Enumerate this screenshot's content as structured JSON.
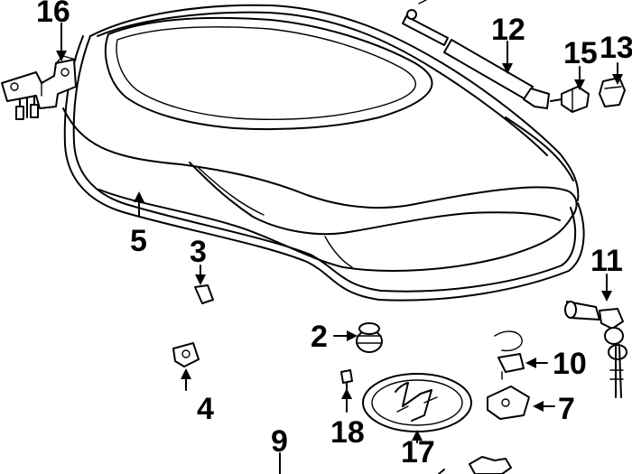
{
  "diagram": {
    "callouts": {
      "c1": "16",
      "c2": "12",
      "c3": "15",
      "c4": "13",
      "c5": "5",
      "c6": "3",
      "c7": "11",
      "c8": "2",
      "c9": "10",
      "c10": "4",
      "c11": "7",
      "c12": "18",
      "c13": "17",
      "c14": "9"
    }
  }
}
